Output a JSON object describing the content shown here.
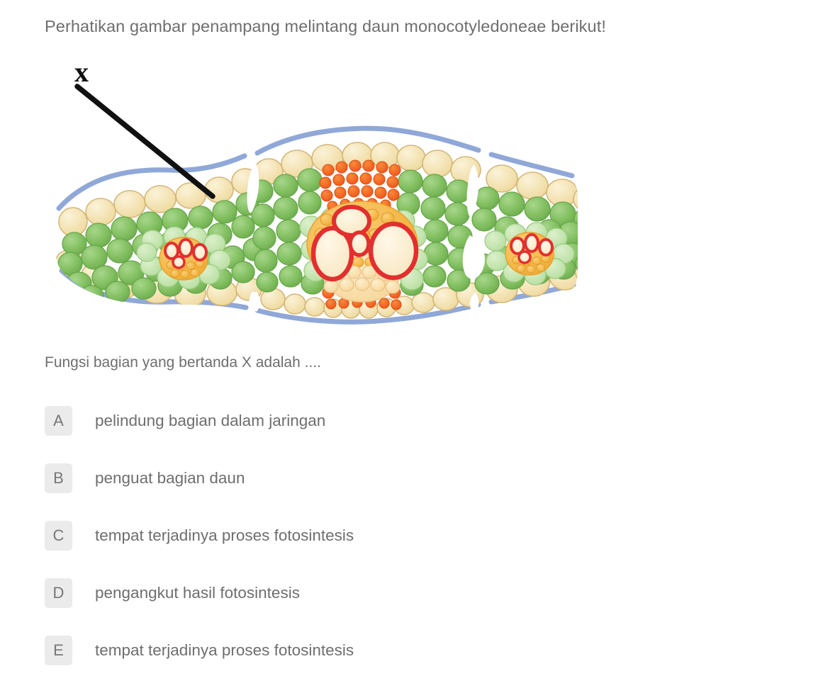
{
  "question": {
    "prompt": "Perhatikan gambar penampang melintang daun monocotyledoneae berikut!",
    "subquestion": "Fungsi bagian yang bertanda X adalah ....",
    "options": [
      {
        "letter": "A",
        "text": "pelindung bagian dalam jaringan"
      },
      {
        "letter": "B",
        "text": "penguat bagian daun"
      },
      {
        "letter": "C",
        "text": "tempat terjadinya proses fotosintesis"
      },
      {
        "letter": "D",
        "text": "pengangkut hasil fotosintesis"
      },
      {
        "letter": "E",
        "text": "tempat terjadinya proses fotosintesis"
      }
    ]
  },
  "figure": {
    "label": "x",
    "caption_alt": "Penampang melintang daun monocotyledoneae",
    "colors": {
      "cuticle": "#8FA8D8",
      "epidermis": "#F5E3B0",
      "epidermis_stroke": "#D9BE7E",
      "mesophyll_dark": "#7CBF5E",
      "mesophyll_light": "#BEE0A8",
      "bundle_sheath": "#C9E6B4",
      "parenchyma_orange": "#F5B945",
      "parenchyma_pale": "#F8D89A",
      "sclerenchyma": "#F4631E",
      "vessel_wall": "#E22F2F",
      "vessel_lumen": "#FBEFD2",
      "pointer": "#000000",
      "background": "#FFFFFF"
    }
  }
}
